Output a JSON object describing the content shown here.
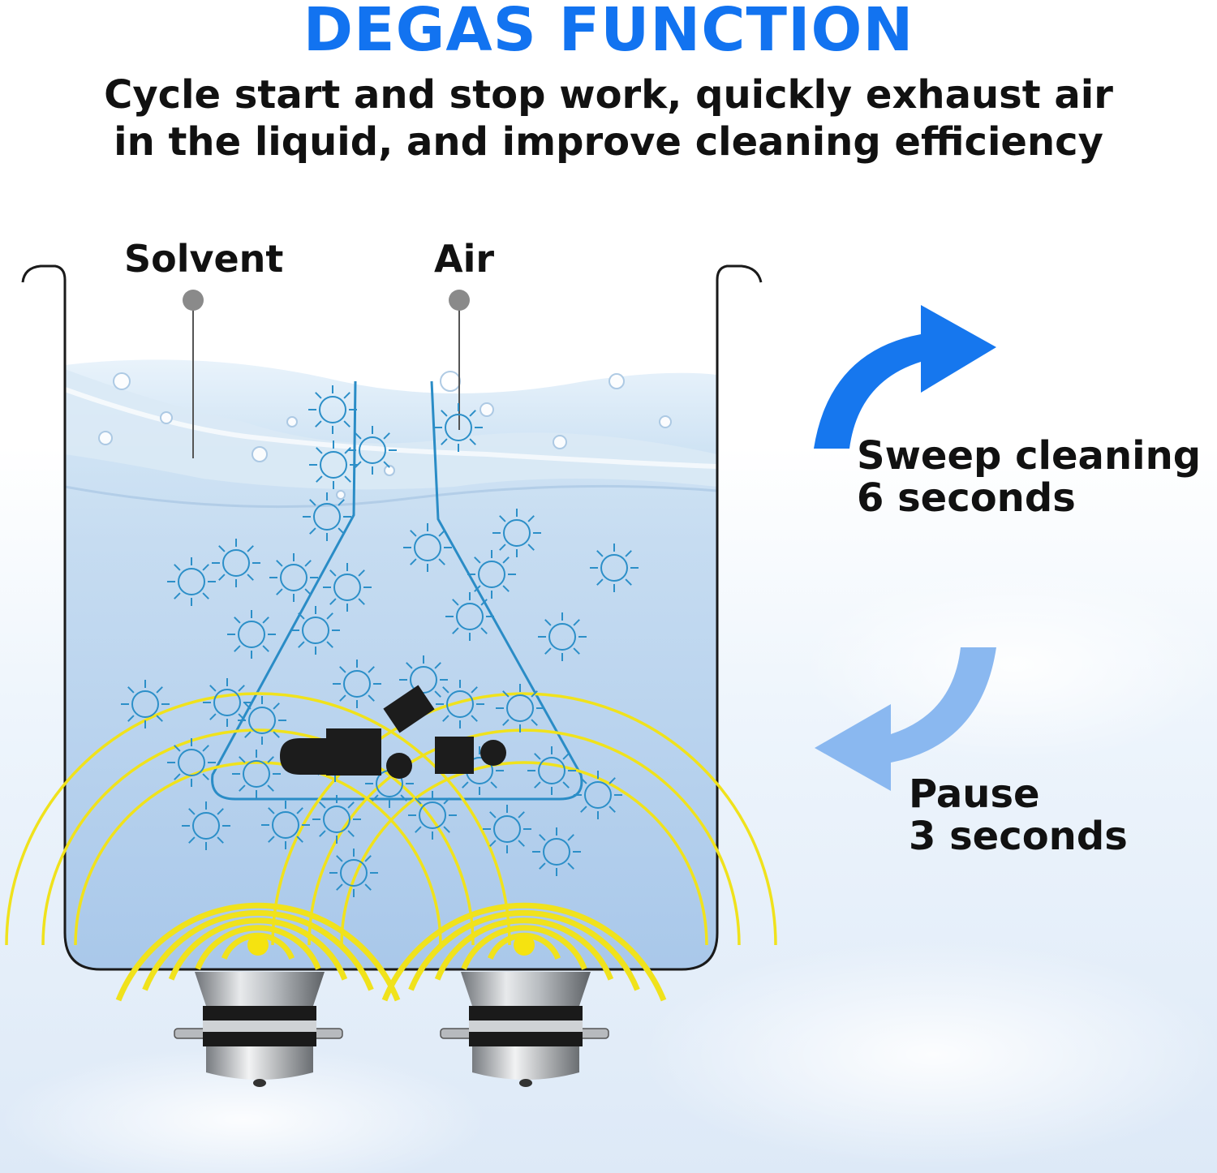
{
  "heading": {
    "title": "DEGAS FUNCTION",
    "title_color": "#1273f0",
    "subtitle_line1": "Cycle start and stop work, quickly exhaust air",
    "subtitle_line2": "in the liquid, and improve cleaning efficiency"
  },
  "tank_labels": {
    "solvent": "Solvent",
    "air": "Air"
  },
  "cycle": {
    "sweep_line1": "Sweep cleaning",
    "sweep_line2": "6 seconds",
    "pause_line1": "Pause",
    "pause_line2": "3 seconds",
    "sweep_arrow_color": "#1677ee",
    "pause_arrow_color": "#8ab8f0"
  },
  "icons": [
    "tank-icon",
    "transducer-icon",
    "bubble-icon",
    "ultrasonic-wave-icon",
    "flask-icon",
    "curved-arrow-icon"
  ]
}
